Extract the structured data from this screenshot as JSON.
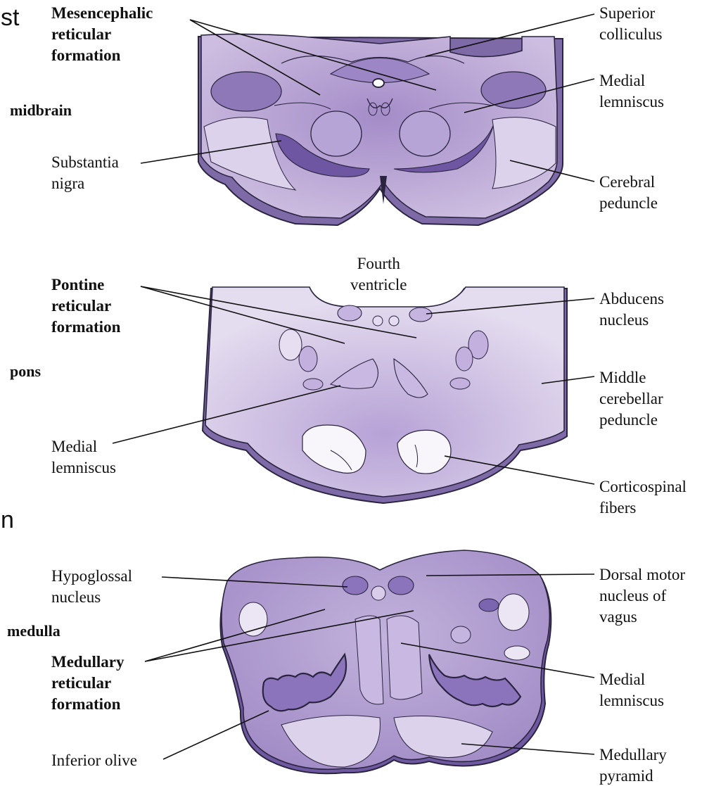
{
  "fragments": {
    "top": "st",
    "mid": "n"
  },
  "regions": {
    "midbrain": "midbrain",
    "pons": "pons",
    "medulla": "medulla"
  },
  "labels": {
    "mesencephalic_rf": "Mesencephalic\nreticular\nformation",
    "superior_colliculus": "Superior\ncolliculus",
    "medial_lemniscus_mid": "Medial\nlemniscus",
    "substantia_nigra": "Substantia\nnigra",
    "cerebral_peduncle": "Cerebral\npeduncle",
    "fourth_ventricle": "Fourth\nventricle",
    "pontine_rf": "Pontine\nreticular\nformation",
    "abducens_nucleus": "Abducens\nnucleus",
    "middle_cerebellar_peduncle": "Middle\ncerebellar\npeduncle",
    "medial_lemniscus_pons": "Medial\nlemniscus",
    "corticospinal_fibers": "Corticospinal\nfibers",
    "hypoglossal_nucleus": "Hypoglossal\nnucleus",
    "dorsal_motor_nucleus": "Dorsal motor\nnucleus of\nvagus",
    "medullary_rf": "Medullary\nreticular\nformation",
    "medial_lemniscus_med": "Medial\nlemniscus",
    "inferior_olive": "Inferior olive",
    "medullary_pyramid": "Medullary\npyramid"
  },
  "colors": {
    "tissue": "#cbb8dc",
    "tissue_dark": "#8c70b4",
    "tissue_light": "#e6ddf0",
    "outline": "#2a2440"
  }
}
